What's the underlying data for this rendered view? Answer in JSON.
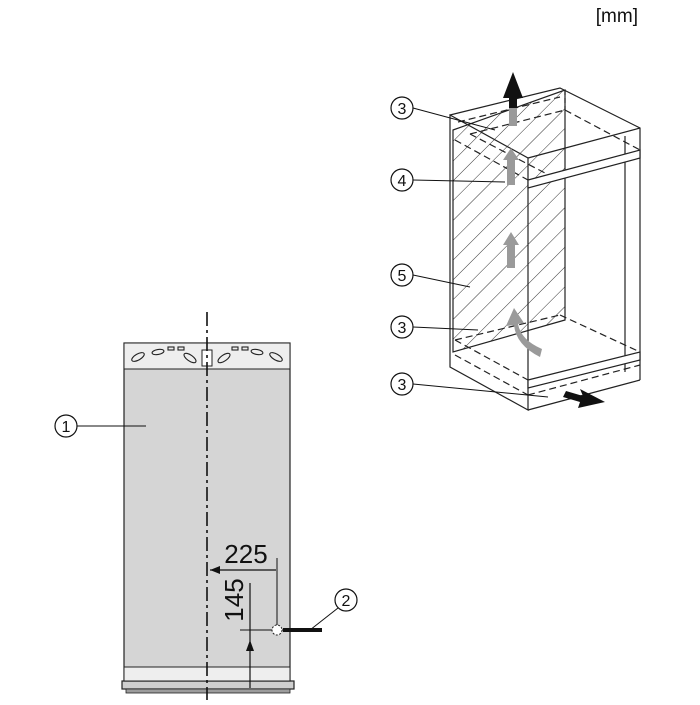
{
  "unit_label": "[mm]",
  "callouts": {
    "c1": "1",
    "c2": "2",
    "c3a": "3",
    "c3b": "3",
    "c3c": "3",
    "c4": "4",
    "c5": "5"
  },
  "dimensions": {
    "horizontal": "225",
    "vertical": "145"
  },
  "colors": {
    "panel_fill": "#d5d5d5",
    "arrow_gray": "#9a9a9a",
    "arrow_black": "#111111",
    "line": "#222222"
  }
}
